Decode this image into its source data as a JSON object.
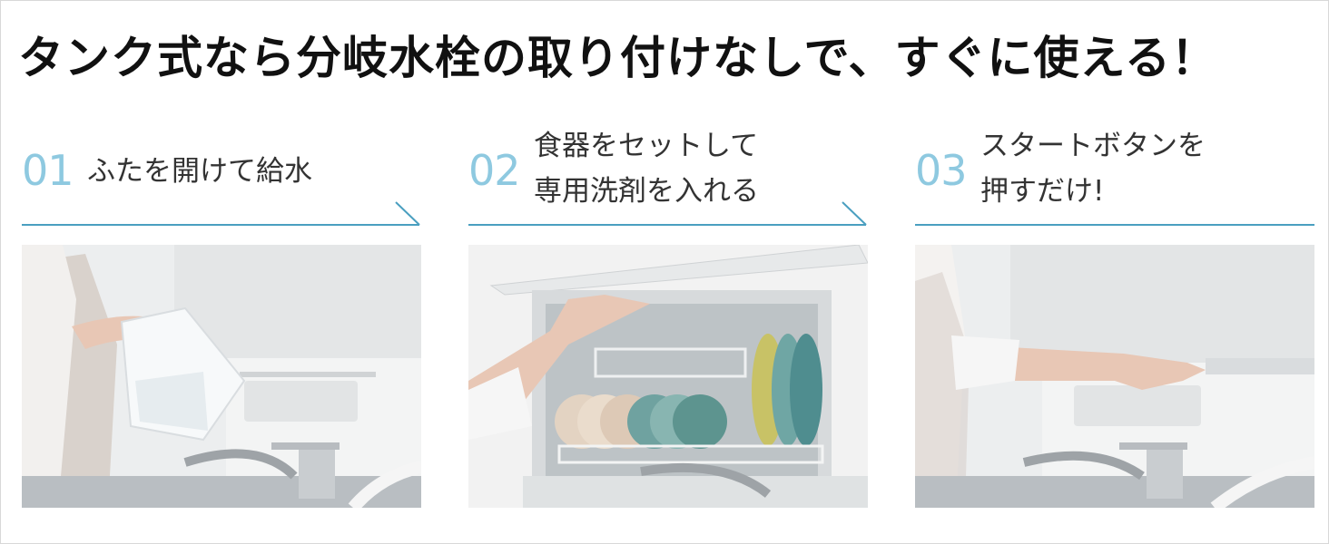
{
  "headline": "タンク式なら分岐水栓の取り付けなしで、すぐに使える！",
  "steps": [
    {
      "number": "01",
      "lines": [
        "ふたを開けて給水",
        ""
      ],
      "image": "pouring-water-into-tank-photo"
    },
    {
      "number": "02",
      "lines": [
        "食器をセットして",
        "専用洗剤を入れる"
      ],
      "image": "loading-dishes-photo"
    },
    {
      "number": "03",
      "lines": [
        "スタートボタンを",
        "押すだけ!"
      ],
      "image": "pressing-start-button-photo"
    }
  ],
  "colors": {
    "accent": "#4a9fc0",
    "number": "#8ec9e0"
  }
}
